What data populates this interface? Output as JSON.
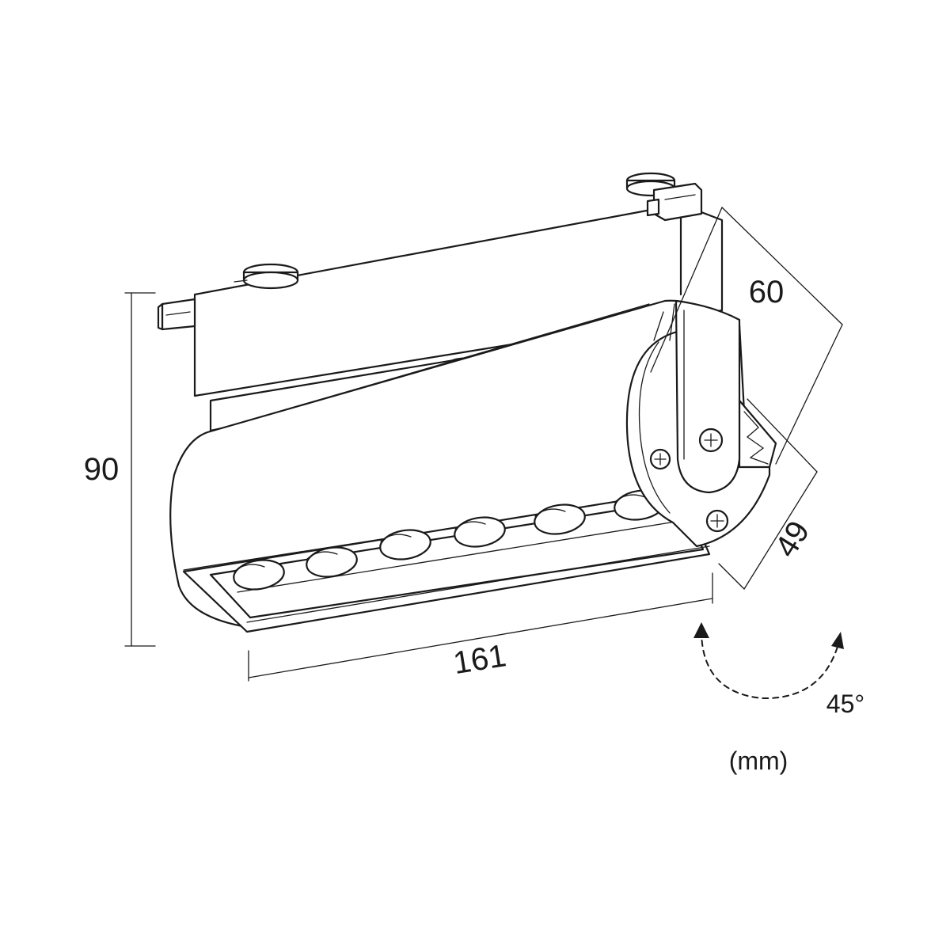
{
  "dimensions": {
    "height": "90",
    "length": "161",
    "depth": "60",
    "width": "49"
  },
  "rotation": {
    "angle": "45°"
  },
  "units": {
    "label": "(mm)"
  }
}
